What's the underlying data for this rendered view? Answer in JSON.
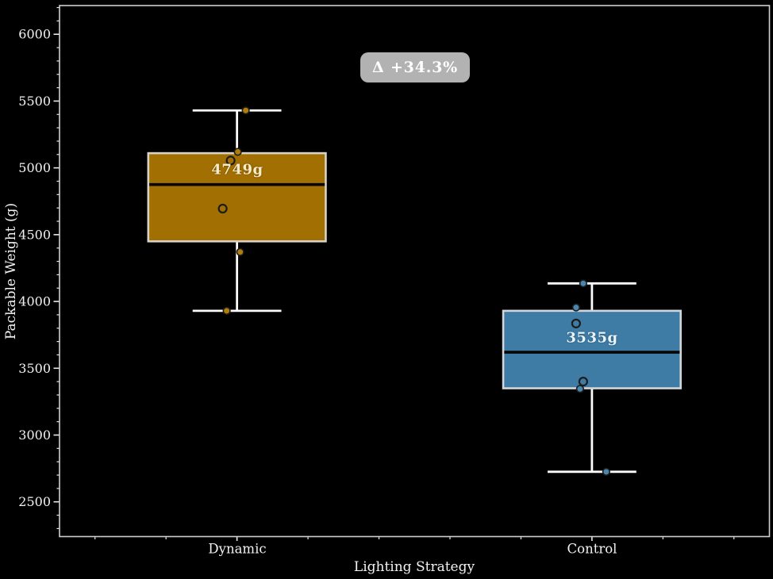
{
  "page": {
    "background": "#000000",
    "spine_color": "#cfcfcf",
    "tick_color": "#e8e8e8",
    "tick_label_color": "#f2f2f2",
    "whisker_color": "#fbfbfb",
    "median_color": "#060606"
  },
  "chart_data": {
    "type": "boxplot",
    "title": "",
    "xlabel": "Lighting Strategy",
    "ylabel": "Packable Weight (g)",
    "categories": [
      "Dynamic",
      "Control"
    ],
    "ylim": [
      2240,
      6215
    ],
    "yticks": [
      2500,
      3000,
      3500,
      4000,
      4500,
      5000,
      5500,
      6000
    ],
    "y_minor_step": 100,
    "y_minor_range": [
      2300,
      6200
    ],
    "x_minor_step": 0.2,
    "grid": false,
    "legend": false,
    "annotation": "Δ +34.3%",
    "annotation_bg": "#b2b2b2",
    "annotation_text_color": "#ffffff",
    "series": [
      {
        "name": "Dynamic",
        "box_color": "#a26f02",
        "edge_color": "#d8d3c6",
        "point_color": "#b07d0a",
        "label_color": "#f7ecca",
        "mean_label": "4749g",
        "whisker_low": 3930,
        "q1": 4450,
        "median": 4875,
        "q3": 5110,
        "whisker_high": 5430,
        "points": [
          {
            "value": 5430,
            "dx": 11,
            "open": false
          },
          {
            "value": 5120,
            "dx": 1,
            "open": false
          },
          {
            "value": 5055,
            "dx": -8,
            "open": true
          },
          {
            "value": 4695,
            "dx": -18,
            "open": true
          },
          {
            "value": 4370,
            "dx": 4,
            "open": false
          },
          {
            "value": 3930,
            "dx": -13,
            "open": false
          }
        ]
      },
      {
        "name": "Control",
        "box_color": "#3e7ca6",
        "edge_color": "#d2d6d8",
        "point_color": "#4886ad",
        "label_color": "#eaf3f8",
        "mean_label": "3535g",
        "whisker_low": 2725,
        "q1": 3350,
        "median": 3620,
        "q3": 3930,
        "whisker_high": 4135,
        "points": [
          {
            "value": 4135,
            "dx": -11,
            "open": false
          },
          {
            "value": 3955,
            "dx": -20,
            "open": false
          },
          {
            "value": 3835,
            "dx": -20,
            "open": true
          },
          {
            "value": 3400,
            "dx": -11,
            "open": true
          },
          {
            "value": 3345,
            "dx": -15,
            "open": false
          },
          {
            "value": 2725,
            "dx": 18,
            "open": false
          }
        ]
      }
    ]
  }
}
